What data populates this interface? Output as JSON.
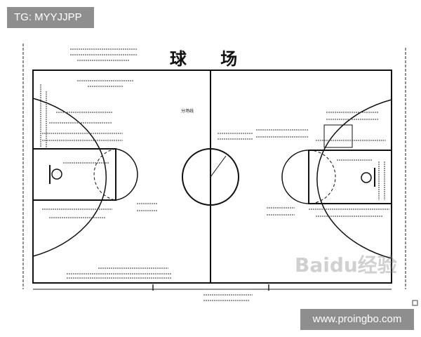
{
  "watermarks": {
    "top_left": "TG: MYYJJPP",
    "bottom_right": "www.proingbo.com",
    "baidu": "Baidu经验"
  },
  "diagram": {
    "title": "球 场",
    "labels": {
      "centre_line": "分场线"
    }
  },
  "colors": {
    "line": "#111111",
    "watermark_bg": "#8e8e8e",
    "watermark_text": "#ffffff"
  }
}
